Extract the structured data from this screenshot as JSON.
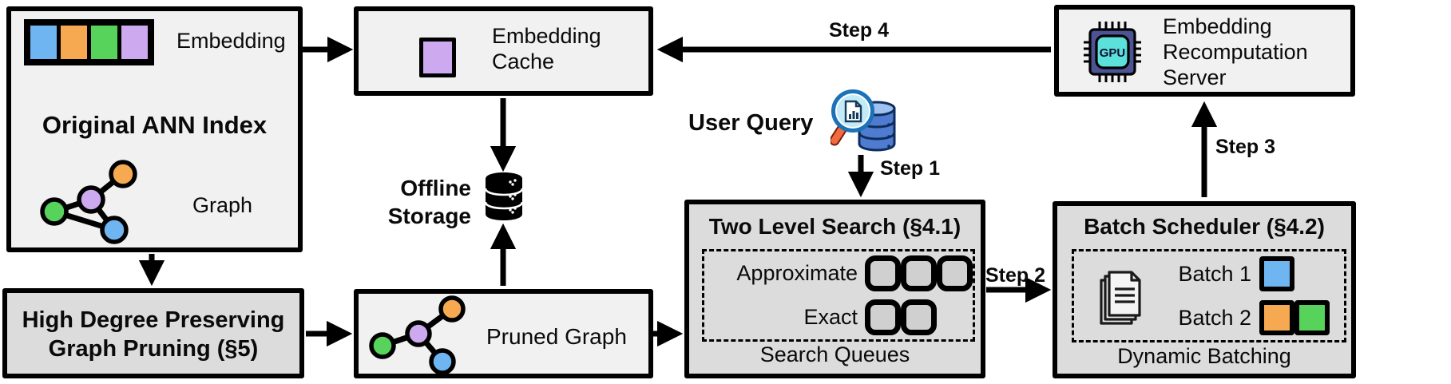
{
  "original_index": {
    "embedding_label": "Embedding",
    "title": "Original ANN Index",
    "graph_label": "Graph"
  },
  "embedding_cache": {
    "label": "Embedding Cache"
  },
  "offline_storage": {
    "label": "Offline Storage"
  },
  "user_query": {
    "label": "User Query"
  },
  "steps": {
    "step1": "Step 1",
    "step2": "Step 2",
    "step3": "Step 3",
    "step4": "Step 4"
  },
  "two_level_search": {
    "title": "Two Level Search (§4.1)",
    "approximate_label": "Approximate",
    "exact_label": "Exact",
    "approximate_queue_count": 3,
    "exact_queue_count": 2,
    "footer": "Search Queues"
  },
  "batch_scheduler": {
    "title": "Batch Scheduler (§4.2)",
    "batch1_label": "Batch 1",
    "batch2_label": "Batch 2",
    "footer": "Dynamic Batching"
  },
  "recomputation_server": {
    "label": "Embedding Recomputation Server",
    "gpu_text": "GPU"
  },
  "high_degree_pruning": {
    "label": "High Degree Preserving Graph Pruning (§5)"
  },
  "pruned_graph": {
    "label": "Pruned Graph"
  },
  "colors": {
    "embedding_blue": "#6FB5F2",
    "embedding_orange": "#F6A950",
    "embedding_green": "#57D35C",
    "embedding_purple": "#CDA9EF",
    "box_light_bg": "#F2F1F1",
    "box_dark_bg": "#DCDCDC",
    "queue_square_bg": "#D0D0D0",
    "border_black": "#000000",
    "gpu_chip_body": "#4D5496",
    "gpu_chip_screen": "#5CE0DC",
    "magnifier_ring": "#1B72B8",
    "magnifier_lens": "#C2EBF7",
    "magnifier_handle": "#F26A3D",
    "query_db_blue": "#4F7CD0"
  }
}
